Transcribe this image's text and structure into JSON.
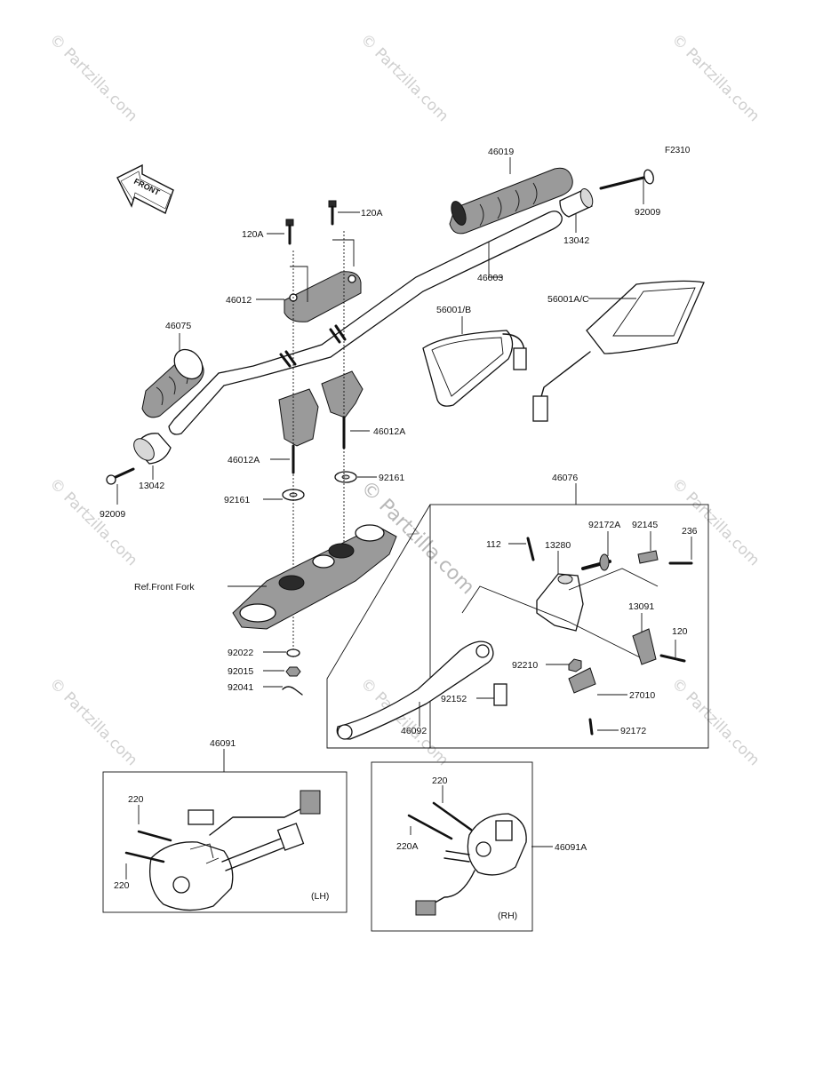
{
  "diagram_code": "F2310",
  "front_arrow": "FRONT",
  "watermark": "© Partzilla.com",
  "parts": {
    "p46019": "46019",
    "p92009_top": "92009",
    "p13042_top": "13042",
    "p46003": "46003",
    "p120A_a": "120A",
    "p120A_b": "120A",
    "p46012": "46012",
    "p46075": "46075",
    "p56001B": "56001/B",
    "p56001AC": "56001A/C",
    "p46012A_r": "46012A",
    "p46012A_l": "46012A",
    "p13042_l": "13042",
    "p92009_l": "92009",
    "p92161_r": "92161",
    "p92161_l": "92161",
    "p46076": "46076",
    "p112": "112",
    "p13280": "13280",
    "p92172A": "92172A",
    "p92145": "92145",
    "p236": "236",
    "ref_front_fork": "Ref.Front Fork",
    "p13091": "13091",
    "p120": "120",
    "p92022": "92022",
    "p92210": "92210",
    "p92015": "92015",
    "p92041": "92041",
    "p92152": "92152",
    "p27010": "27010",
    "p46092": "46092",
    "p92172": "92172",
    "p46091": "46091",
    "p220_a": "220",
    "p220_b": "220",
    "p220_c": "220",
    "p220A": "220A",
    "p46091A": "46091A",
    "lh": "(LH)",
    "rh": "(RH)"
  }
}
